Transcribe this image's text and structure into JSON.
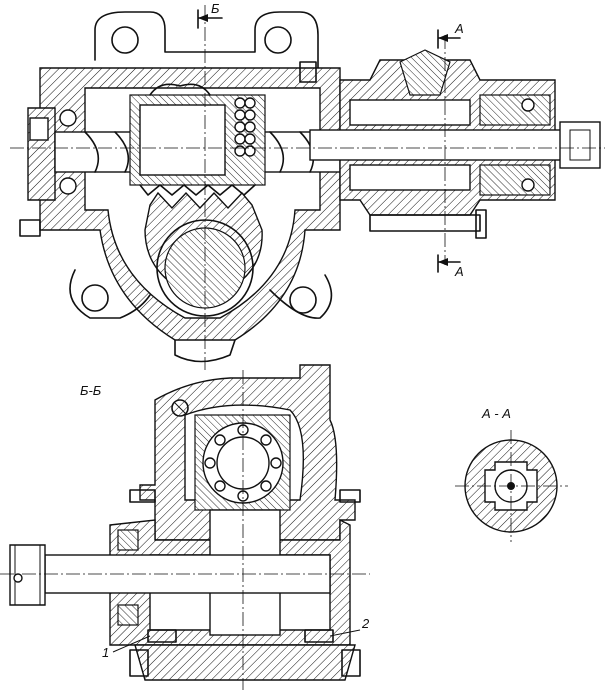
{
  "labels": {
    "section_b_marker": "Б",
    "section_a_marker_top": "А",
    "section_a_marker_bottom": "А",
    "section_bb_title": "Б-Б",
    "section_aa_title": "А - А",
    "callout_1": "1",
    "callout_2": "2"
  }
}
